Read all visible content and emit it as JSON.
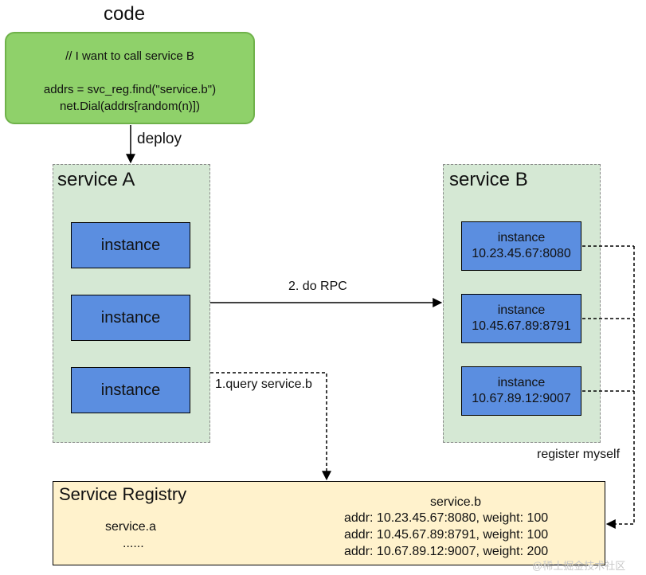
{
  "code_block": {
    "title": "code",
    "lines": [
      "// I want to call service B",
      "",
      "addrs = svc_reg.find(\"service.b\")",
      "net.Dial(addrs[random(n)])"
    ]
  },
  "edges": {
    "deploy": "deploy",
    "do_rpc": "2. do RPC",
    "query": "1.query service.b",
    "register": "register myself"
  },
  "service_a": {
    "title": "service A",
    "instances": [
      "instance",
      "instance",
      "instance"
    ]
  },
  "service_b": {
    "title": "service B",
    "instances": [
      {
        "label": "instance",
        "addr": "10.23.45.67:8080"
      },
      {
        "label": "instance",
        "addr": "10.45.67.89:8791"
      },
      {
        "label": "instance",
        "addr": "10.67.89.12:9007"
      }
    ]
  },
  "registry": {
    "title": "Service Registry",
    "service_a_label": "service.a",
    "service_a_more": "......",
    "service_b_label": "service.b",
    "entries": [
      "addr: 10.23.45.67:8080, weight: 100",
      "addr: 10.45.67.89:8791, weight: 100",
      "addr: 10.67.89.12:9007, weight: 200"
    ]
  },
  "watermark": "@稀土掘金技术社区",
  "colors": {
    "code_fill": "#8fd16a",
    "service_fill": "#d5e8d4",
    "instance_fill": "#5b8ee0",
    "registry_fill": "#fff2cc"
  }
}
